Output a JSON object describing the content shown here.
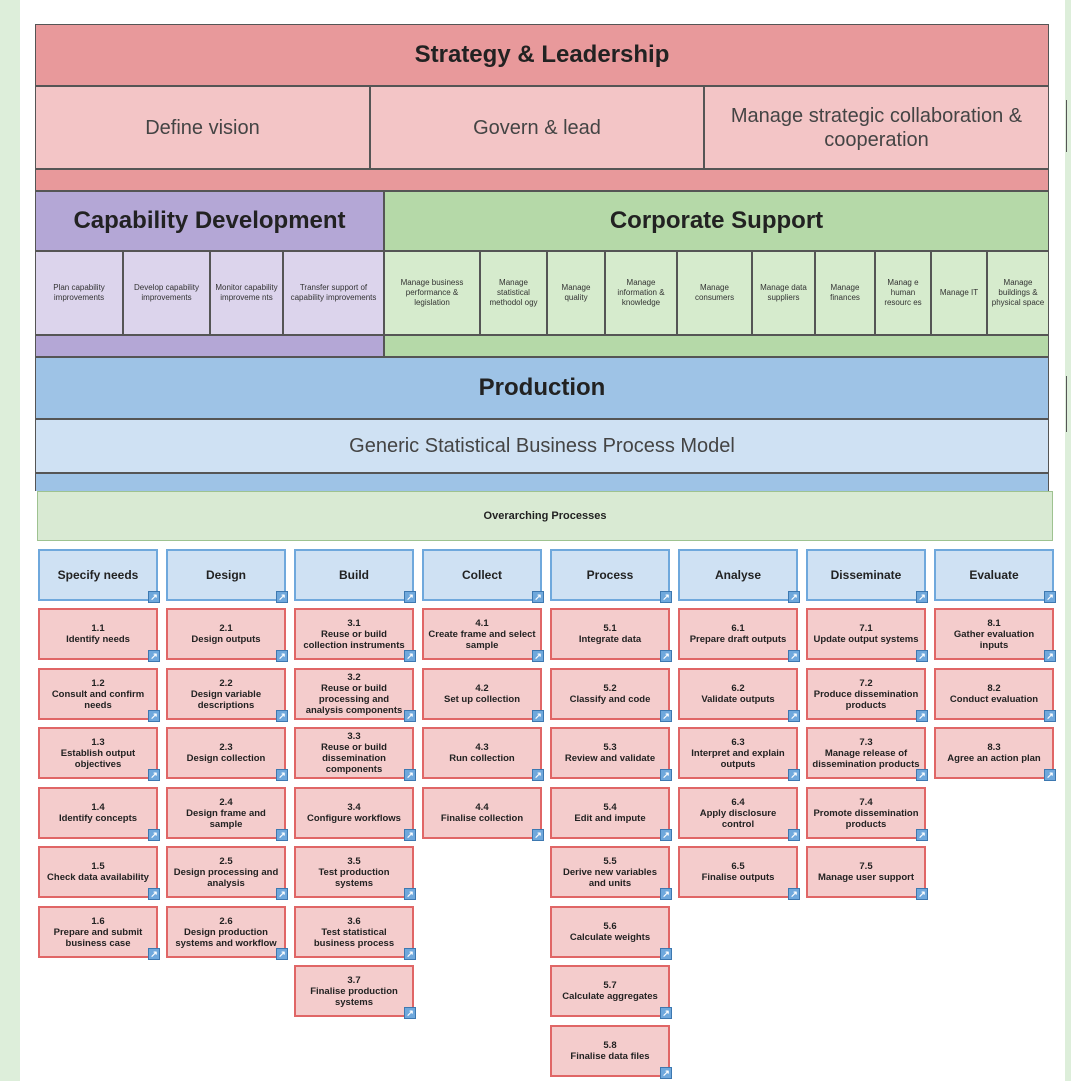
{
  "strategy": {
    "title": "Strategy & Leadership",
    "cells": [
      "Define vision",
      "Govern & lead",
      "Manage strategic collaboration & cooperation"
    ]
  },
  "capability": {
    "title": "Capability Development",
    "cells": [
      "Plan capability improvements",
      "Develop capability improvements",
      "Monitor capability improveme nts",
      "Transfer support of capability improvements"
    ]
  },
  "corporate": {
    "title": "Corporate Support",
    "cells": [
      "Manage business performance & legislation",
      "Manage statistical methodol ogy",
      "Manage quality",
      "Manage information & knowledge",
      "Manage consumers",
      "Manage data suppliers",
      "Manage finances",
      "Manag e human resourc es",
      "Manage IT",
      "Manage buildings & physical space"
    ]
  },
  "production": {
    "title": "Production",
    "subtitle": "Generic Statistical Business Process Model"
  },
  "overarching": "Overarching Processes",
  "link_icon": "link-icon",
  "colors": {
    "strategy": "#e8999b",
    "capability": "#b4a7d6",
    "corporate": "#b5d9a8",
    "production": "#9ec3e6",
    "subprocess": "#f4cccc"
  },
  "phases": [
    {
      "name": "Specify needs",
      "subs": [
        {
          "num": "1.1",
          "label": "Identify needs"
        },
        {
          "num": "1.2",
          "label": "Consult and confirm needs"
        },
        {
          "num": "1.3",
          "label": "Establish output objectives"
        },
        {
          "num": "1.4",
          "label": "Identify concepts"
        },
        {
          "num": "1.5",
          "label": "Check data availability"
        },
        {
          "num": "1.6",
          "label": "Prepare and submit business case"
        }
      ]
    },
    {
      "name": "Design",
      "subs": [
        {
          "num": "2.1",
          "label": "Design outputs"
        },
        {
          "num": "2.2",
          "label": "Design variable descriptions"
        },
        {
          "num": "2.3",
          "label": "Design collection"
        },
        {
          "num": "2.4",
          "label": "Design frame and sample"
        },
        {
          "num": "2.5",
          "label": "Design processing and analysis"
        },
        {
          "num": "2.6",
          "label": "Design production systems and workflow"
        }
      ]
    },
    {
      "name": "Build",
      "subs": [
        {
          "num": "3.1",
          "label": "Reuse or build collection instruments"
        },
        {
          "num": "3.2",
          "label": "Reuse or build processing and analysis components"
        },
        {
          "num": "3.3",
          "label": "Reuse or build dissemination components"
        },
        {
          "num": "3.4",
          "label": "Configure workflows"
        },
        {
          "num": "3.5",
          "label": "Test production systems"
        },
        {
          "num": "3.6",
          "label": "Test statistical business process"
        },
        {
          "num": "3.7",
          "label": "Finalise production systems"
        }
      ]
    },
    {
      "name": "Collect",
      "subs": [
        {
          "num": "4.1",
          "label": "Create frame and select sample"
        },
        {
          "num": "4.2",
          "label": "Set up collection"
        },
        {
          "num": "4.3",
          "label": "Run collection"
        },
        {
          "num": "4.4",
          "label": "Finalise collection"
        }
      ]
    },
    {
      "name": "Process",
      "subs": [
        {
          "num": "5.1",
          "label": "Integrate data"
        },
        {
          "num": "5.2",
          "label": "Classify and code"
        },
        {
          "num": "5.3",
          "label": "Review and validate"
        },
        {
          "num": "5.4",
          "label": "Edit and impute"
        },
        {
          "num": "5.5",
          "label": "Derive new variables and units"
        },
        {
          "num": "5.6",
          "label": "Calculate weights"
        },
        {
          "num": "5.7",
          "label": "Calculate aggregates"
        },
        {
          "num": "5.8",
          "label": "Finalise data files"
        }
      ]
    },
    {
      "name": "Analyse",
      "subs": [
        {
          "num": "6.1",
          "label": "Prepare draft outputs"
        },
        {
          "num": "6.2",
          "label": "Validate outputs"
        },
        {
          "num": "6.3",
          "label": "Interpret and explain outputs"
        },
        {
          "num": "6.4",
          "label": "Apply disclosure control"
        },
        {
          "num": "6.5",
          "label": "Finalise outputs"
        }
      ]
    },
    {
      "name": "Disseminate",
      "subs": [
        {
          "num": "7.1",
          "label": "Update output systems"
        },
        {
          "num": "7.2",
          "label": "Produce dissemination products"
        },
        {
          "num": "7.3",
          "label": "Manage release of dissemination products"
        },
        {
          "num": "7.4",
          "label": "Promote dissemination products"
        },
        {
          "num": "7.5",
          "label": "Manage user support"
        }
      ]
    },
    {
      "name": "Evaluate",
      "subs": [
        {
          "num": "8.1",
          "label": "Gather evaluation inputs"
        },
        {
          "num": "8.2",
          "label": "Conduct evaluation"
        },
        {
          "num": "8.3",
          "label": "Agree an action plan"
        }
      ]
    }
  ]
}
